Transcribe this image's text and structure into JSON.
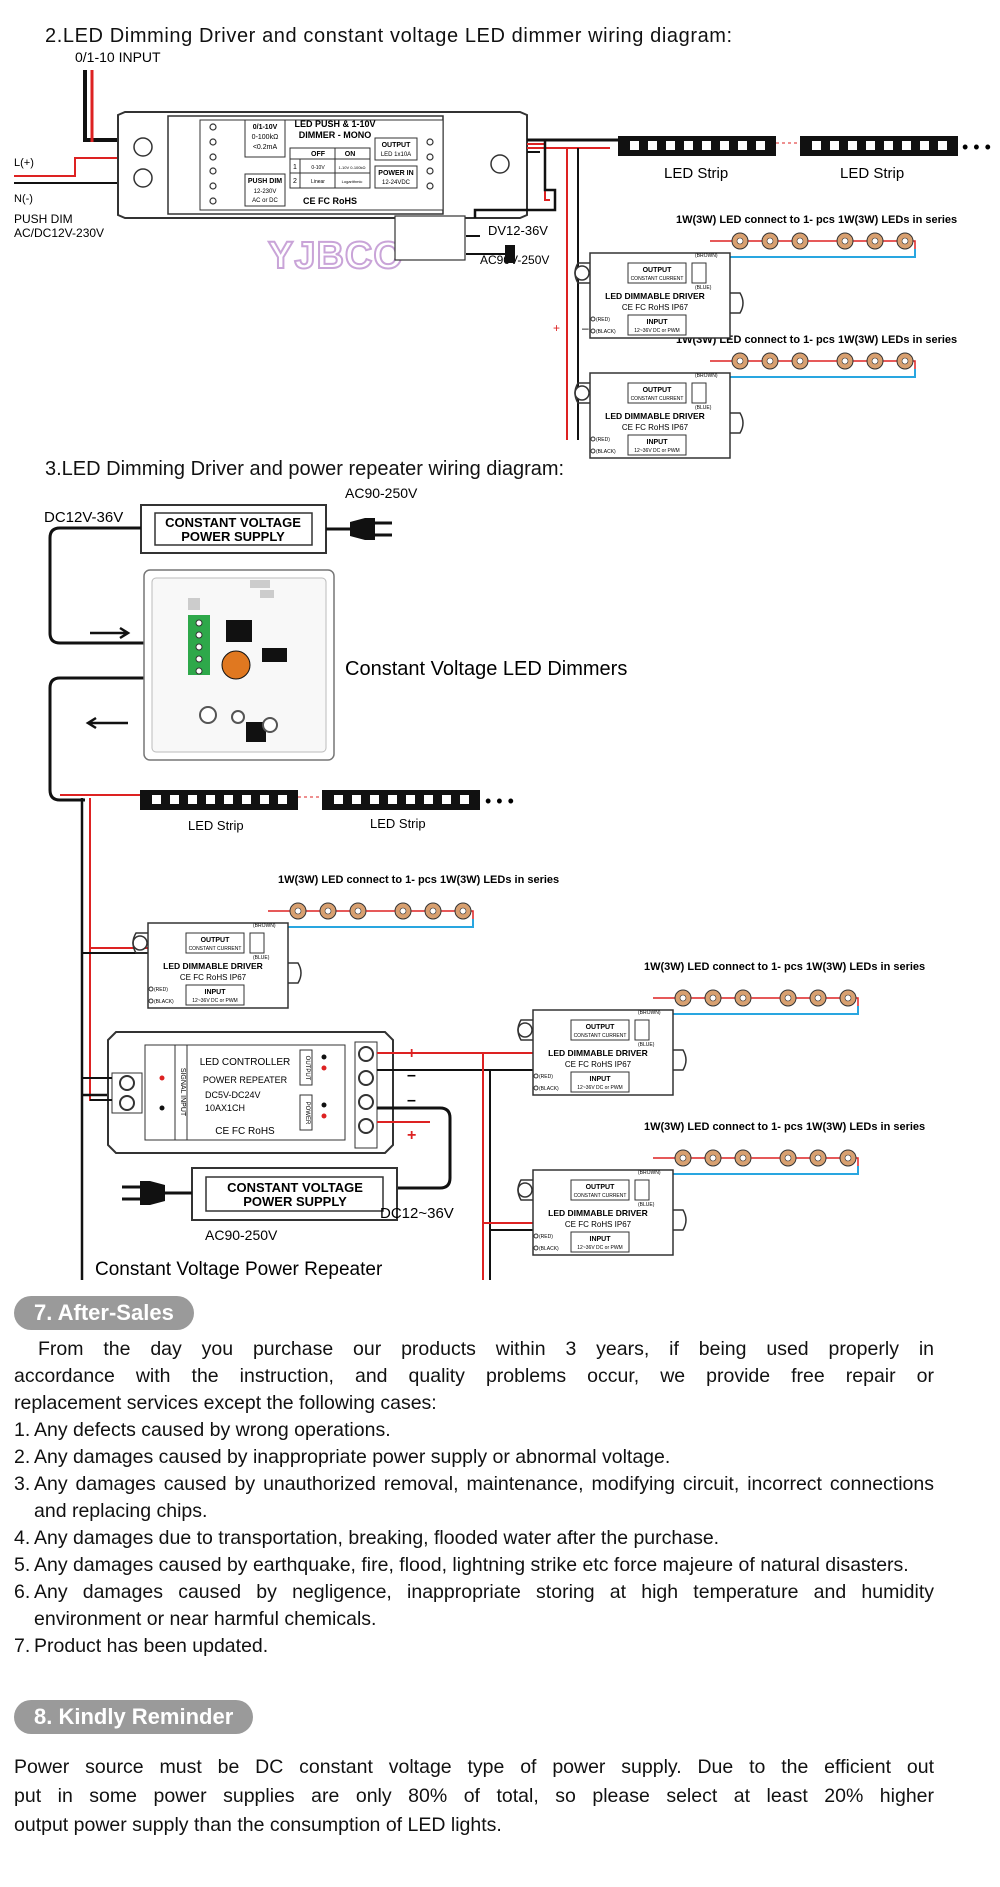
{
  "section2": {
    "title": "2.LED Dimming Driver and constant voltage LED dimmer wiring diagram:",
    "input_label": "0/1-10 INPUT",
    "l_label": "L(+)",
    "n_label": "N(-)",
    "push_dim_label": "PUSH DIM",
    "ac_label": "AC/DC12V-230V",
    "dimmer": {
      "title": "LED PUSH & 1-10V",
      "subtitle": "DIMMER - MONO",
      "box1_a": "0/1-10V",
      "box1_b": "0-100kΩ",
      "box1_c": "<0.2mA",
      "sw_off": "OFF",
      "sw_on": "ON",
      "sw_r1_n": "1",
      "sw_r1_a": "0-10V",
      "sw_r1_b": "1-10V 0-100kΩ",
      "sw_r2_n": "2",
      "sw_r2_a": "Linear",
      "sw_r2_b": "Logarithmic",
      "output_a": "OUTPUT",
      "output_b": "LED 1x10A",
      "power_a": "POWER IN",
      "power_b": "12-24VDC",
      "push_a": "PUSH DIM",
      "push_b": "12-230V",
      "push_c": "AC or DC",
      "cert": "CE  FC  RoHS"
    },
    "brand": "YJBCO",
    "dc_label": "DV12-36V",
    "ac2_label": "AC90V-250V",
    "strip1": "LED Strip",
    "strip2": "LED Strip",
    "led_top1": "1W(3W) LED  connect to 1-     pcs 1W(3W) LEDs in series",
    "led_top2": "1W(3W) LED  connect to 1-     pcs 1W(3W) LEDs in series"
  },
  "driver": {
    "output_a": "OUTPUT",
    "output_b": "CONSTANT CURRENT",
    "brown": "(BROWN)",
    "blue": "(BLUE)",
    "name": "LED DIMMABLE DRIVER",
    "cert": "CE FC RoHS IP67",
    "red": "(RED)",
    "black": "(BLACK)",
    "input_a": "INPUT",
    "input_b": "12~36V DC or PWM"
  },
  "section3": {
    "title": "3.LED Dimming Driver and power repeater wiring diagram:",
    "ac_top": "AC90-250V",
    "dc_left": "DC12V-36V",
    "psu_a": "CONSTANT VOLTAGE",
    "psu_b": "POWER SUPPLY",
    "dimmers_label": "Constant Voltage LED Dimmers",
    "strip1": "LED Strip",
    "strip2": "LED Strip",
    "led_a": "1W(3W) LED  connect to 1-     pcs 1W(3W) LEDs in series",
    "led_b": "1W(3W) LED  connect to 1-     pcs 1W(3W) LEDs in series",
    "led_c": "1W(3W) LED  connect to 1-     pcs 1W(3W) LEDs in series",
    "repeater": {
      "title": "LED CONTROLLER",
      "subtitle": "POWER REPEATER",
      "spec1": "DC5V-DC24V",
      "spec2": "10AX1CH",
      "cert": "CE FC RoHS",
      "signal": "SIGNAL INPUT",
      "output": "OUTPUT",
      "power": "POWER"
    },
    "psu2_a": "CONSTANT VOLTAGE",
    "psu2_b": "POWER SUPPLY",
    "dc_right": "DC12~36V",
    "ac_bottom": "AC90-250V",
    "repeater_label": "Constant Voltage Power Repeater"
  },
  "after_sales": {
    "heading": "7. After-Sales",
    "intro_l1": "From the day you purchase our products within 3 years, if being used properly in",
    "intro_l2": "accordance with the instruction, and quality problems occur, we provide free repair or",
    "intro_l3": "replacement services except the following cases:",
    "items": [
      {
        "n": "1.",
        "t": "Any defects caused by wrong operations."
      },
      {
        "n": "2.",
        "t": "Any damages caused by inappropriate power supply or abnormal voltage."
      },
      {
        "n": "3.",
        "t": "Any damages caused by unauthorized removal, maintenance, modifying circuit, incorrect connections and replacing chips."
      },
      {
        "n": "4.",
        "t": "Any damages due to transportation, breaking, flooded water after the purchase."
      },
      {
        "n": "5.",
        "t": "Any damages caused by earthquake, fire, flood, lightning strike etc force majeure of natural disasters."
      },
      {
        "n": "6.",
        "t": "Any damages caused by negligence, inappropriate storing at high temperature and humidity environment or near harmful chemicals."
      },
      {
        "n": "7.",
        "t": "Product has been updated."
      }
    ]
  },
  "reminder": {
    "heading": "8. Kindly Reminder",
    "l1": "Power source must be DC constant voltage type of power supply. Due to the efficient out",
    "l2": "put in some power supplies are only 80% of total, so please select at least 20% higher",
    "l3": "output power supply than the consumption of LED lights."
  },
  "colors": {
    "red_wire": "#d22",
    "blue_wire": "#29a6e0",
    "brand": "#c9a4d8",
    "pill": "#9a9a9a"
  }
}
